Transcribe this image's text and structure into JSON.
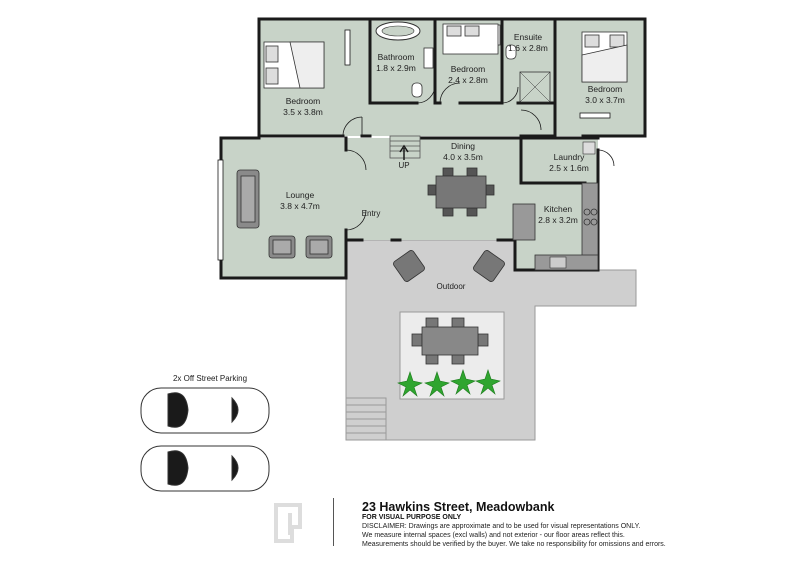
{
  "rooms": [
    {
      "name": "Bedroom",
      "size": "3.5 x 3.8m"
    },
    {
      "name": "Bathroom",
      "size": "1.8 x 2.9m"
    },
    {
      "name": "Bedroom",
      "size": "2.4 x 2.8m"
    },
    {
      "name": "Ensuite",
      "size": "1.6 x 2.8m"
    },
    {
      "name": "Bedroom",
      "size": "3.0 x 3.7m"
    },
    {
      "name": "Lounge",
      "size": "3.8 x 4.7m"
    },
    {
      "name": "Dining",
      "size": "4.0 x 3.5m"
    },
    {
      "name": "Laundry",
      "size": "2.5 x 1.6m"
    },
    {
      "name": "Kitchen",
      "size": "2.8 x 3.2m"
    }
  ],
  "labels": {
    "entry": "Entry",
    "up": "UP",
    "outdoor": "Outdoor",
    "parking": "2x Off Street Parking"
  },
  "footer": {
    "title": "23 Hawkins Street, Meadowbank",
    "subtitle": "FOR VISUAL PURPOSE ONLY",
    "disclaimer_lines": [
      "DISCLAIMER: Drawings are approximate and to be used for visual representations ONLY.",
      "We measure internal spaces (excl walls) and not exterior - our floor areas reflect this.",
      "Measurements should be verified by the buyer. We take no responsibility for omissions and errors."
    ]
  },
  "colors": {
    "room_fill": "#c8d3c8",
    "wall": "#1a1a1a",
    "outdoor": "#cfcfcf",
    "deck": "#ececec",
    "plant": "#2fa52f"
  }
}
